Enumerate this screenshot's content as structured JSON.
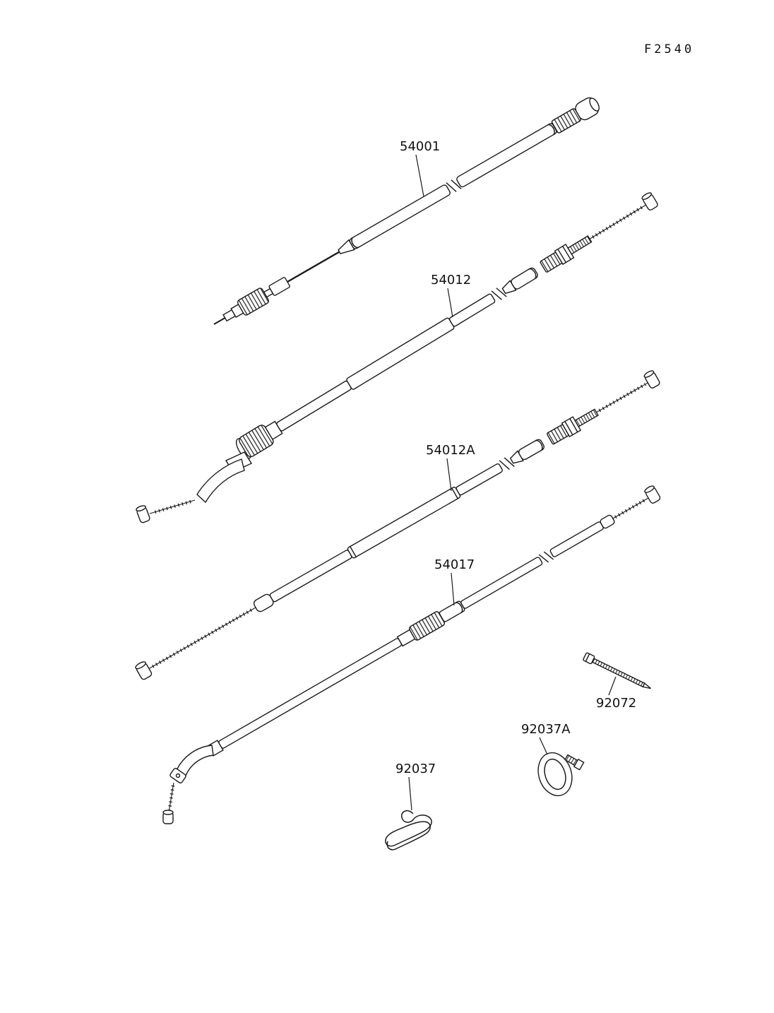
{
  "labels": {
    "page_code": "F2540",
    "cable_54001": "54001",
    "cable_54012": "54012",
    "cable_54012a": "54012A",
    "cable_54017": "54017",
    "tie_92072": "92072",
    "clamp_92037a": "92037A",
    "clip_92037": "92037"
  },
  "colors": {
    "ink": "#1a1a1a",
    "background": "#ffffff"
  }
}
